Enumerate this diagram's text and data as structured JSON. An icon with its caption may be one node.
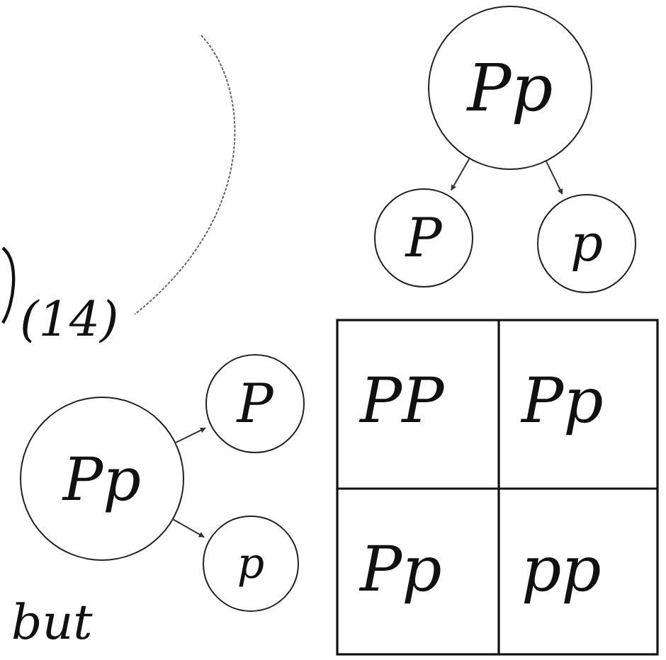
{
  "diagram": {
    "nodes": [
      {
        "text": [
          "Pp"
        ]
      },
      {
        "text": [
          "P"
        ]
      },
      {
        "text": [
          "p"
        ]
      },
      {
        "text": [
          "Pp"
        ]
      },
      {
        "text": [
          "P"
        ]
      },
      {
        "text": [
          "p"
        ]
      }
    ],
    "edges": [
      {
        "from": 0,
        "to": 1,
        "arrow": "to"
      },
      {
        "from": 0,
        "to": 2,
        "arrow": "to"
      },
      {
        "from": 3,
        "to": 4,
        "arrow": "to"
      },
      {
        "from": 3,
        "to": 5,
        "arrow": "to"
      }
    ],
    "labels": [
      "(14)",
      "PP",
      "Pp",
      "Pp",
      "pp",
      "but"
    ]
  }
}
